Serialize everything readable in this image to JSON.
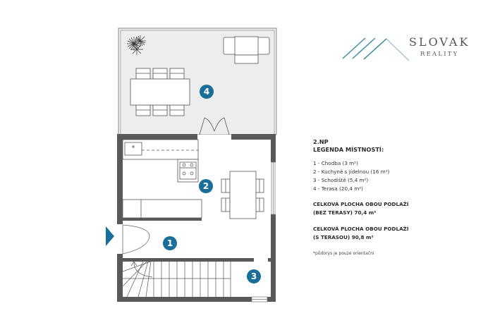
{
  "logo": {
    "brand": "SLOVAK",
    "sub": "REALITY"
  },
  "legend": {
    "floor": "2.NP",
    "title": "LEGENDA MÍSTNOSTÍ:",
    "items": [
      {
        "num": "1",
        "label": "1 - Chodba (3 m²)"
      },
      {
        "num": "2",
        "label": "2 - Kuchyně s jídelnou (16 m²)"
      },
      {
        "num": "3",
        "label": "3 - Schodiště (5,4 m²)"
      },
      {
        "num": "4",
        "label": "4 - Terasa (20,4 m²)"
      }
    ],
    "total_without_terrace_line1": "CELKOVÁ PLOCHA OBOU PODLAŽÍ",
    "total_without_terrace_line2": "(BEZ TERASY) 70,4 m²",
    "total_with_terrace_line1": "CELKOVÁ PLOCHA OBOU PODLAŽÍ",
    "total_with_terrace_line2": "(S TERASOU) 90,8 m²",
    "note": "*půdorys je pouze orientační"
  },
  "markers": [
    {
      "num": "1",
      "room": "Chodba"
    },
    {
      "num": "2",
      "room": "Kuchyně s jídelnou"
    },
    {
      "num": "3",
      "room": "Schodiště"
    },
    {
      "num": "4",
      "room": "Terasa"
    }
  ],
  "colors": {
    "accent": "#1a6f9a",
    "wall": "#58595b",
    "terrace_fill": "#ededed",
    "text": "#2b2b2b"
  }
}
